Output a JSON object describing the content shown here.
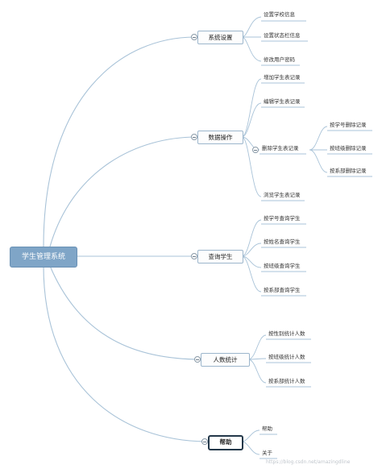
{
  "root": "学生管理系统",
  "branches": [
    {
      "label": "系统设置",
      "children": [
        "设置学校信息",
        "设置状态栏信息",
        "修改用户密码"
      ]
    },
    {
      "label": "数据操作",
      "children": [
        "增加学生表记录",
        "编辑学生表记录",
        "删除学生表记录",
        "浏览学生表记录"
      ],
      "sub": {
        "label": "删除学生表记录",
        "children": [
          "按学号删除记录",
          "按班级删除记录",
          "按系部删除记录"
        ]
      }
    },
    {
      "label": "查询学生",
      "children": [
        "按学号查询学生",
        "按姓名查询学生",
        "按班级查询学生",
        "按系部查询学生"
      ]
    },
    {
      "label": "人数统计",
      "children": [
        "按性别统计人数",
        "按班级统计人数",
        "按系部统计人数"
      ]
    },
    {
      "label": "帮助",
      "children": [
        "帮助",
        "关于"
      ]
    }
  ],
  "watermark": "https://blog.csdn.net/amazingdline"
}
